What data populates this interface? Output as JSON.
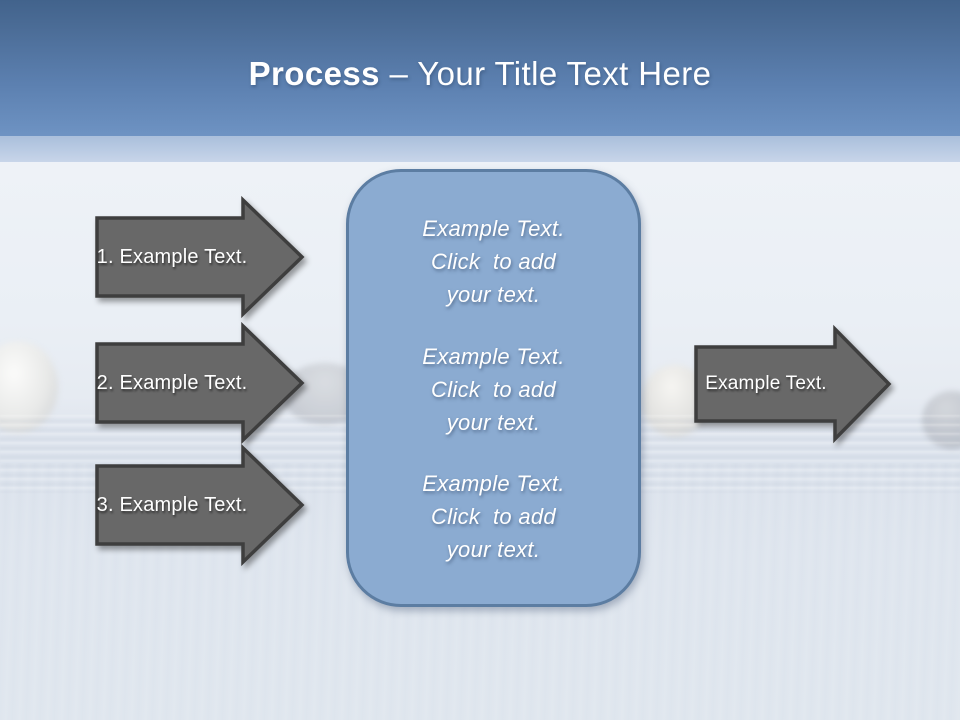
{
  "slide": {
    "title": {
      "emphasis": "Process",
      "separator": "–",
      "text": "Your Title Text Here"
    }
  },
  "left_arrows": [
    {
      "label": "1. Example Text."
    },
    {
      "label": "2. Example Text."
    },
    {
      "label": "3. Example Text."
    }
  ],
  "center_panel": {
    "blocks": [
      {
        "line1": "Example Text.",
        "line2": "Click  to add",
        "line3": "your text."
      },
      {
        "line1": "Example Text.",
        "line2": "Click  to add",
        "line3": "your text."
      },
      {
        "line1": "Example Text.",
        "line2": "Click  to add",
        "line3": "your text."
      }
    ]
  },
  "right_arrow": {
    "label": "Example Text."
  },
  "colors": {
    "header_top": "#42638c",
    "header_bottom": "#6e93c3",
    "accent_band": "#b7c9e2",
    "panel_fill": "#8babd1",
    "panel_border": "#5c7da2",
    "arrow_fill": "#686868",
    "arrow_border": "#3e3e3e",
    "text": "#ffffff"
  }
}
